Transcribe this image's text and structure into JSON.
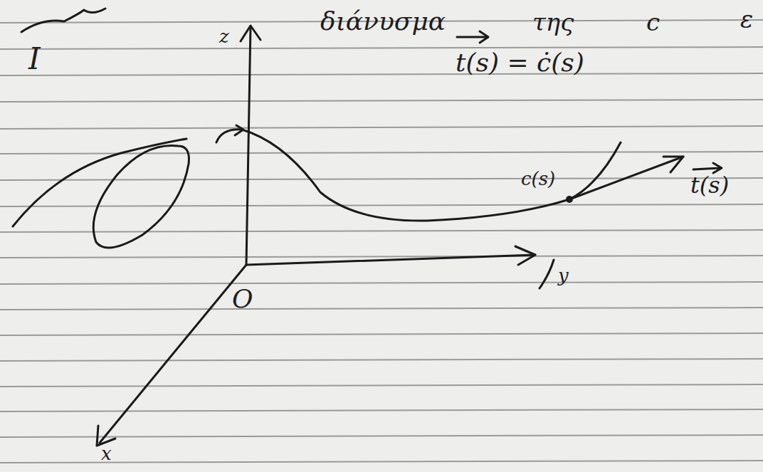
{
  "diagram": {
    "labels": [
      "I",
      "διάνυσμα",
      "της",
      "c",
      "ε",
      "t(s) = ċ(s)",
      "z",
      "c(s)",
      "t(s)",
      "y",
      "O",
      "x"
    ]
  }
}
